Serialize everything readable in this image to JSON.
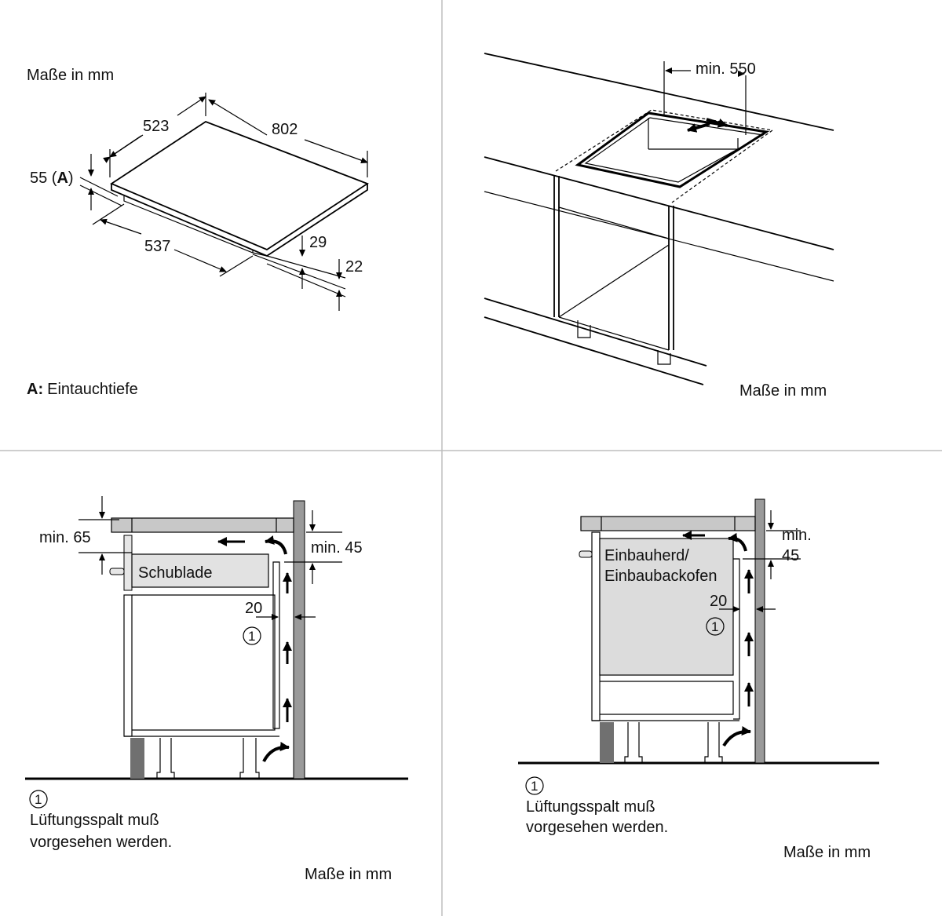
{
  "panel_hob": {
    "units": "Maße in mm",
    "dim_depth": "523",
    "dim_width": "802",
    "dim_height_prefix": "55 (",
    "dim_height_letter": "A",
    "dim_height_suffix": ")",
    "dim_cutout_depth": "537",
    "dim_29": "29",
    "dim_22": "22",
    "legend_key": "A:",
    "legend_text": "Eintauchtiefe"
  },
  "panel_worktop": {
    "dim_min_width": "min. 550",
    "units": "Maße in mm"
  },
  "panel_drawer": {
    "min_top": "min. 65",
    "drawer_label": "Schublade",
    "min_gap": "min. 45",
    "gap_20": "20",
    "callout_marker": "1",
    "note_line1": "Lüftungsspalt muß",
    "note_line2": "vorgesehen werden.",
    "units": "Maße in mm"
  },
  "panel_oven": {
    "oven_label_line1": "Einbauherd/",
    "oven_label_line2": "Einbaubackofen",
    "min_label": "min.",
    "min_value": "45",
    "gap_20": "20",
    "callout_marker": "1",
    "note_line1": "Lüftungsspalt muß",
    "note_line2": "vorgesehen werden.",
    "units": "Maße in mm"
  },
  "colors": {
    "line": "#000000",
    "separator": "#bdbdbd",
    "panel_fill": "#dcdcdc",
    "wall_fill": "#9a9a9a",
    "leg_dark": "#707070",
    "drawer_fill": "#e2e2e2"
  }
}
